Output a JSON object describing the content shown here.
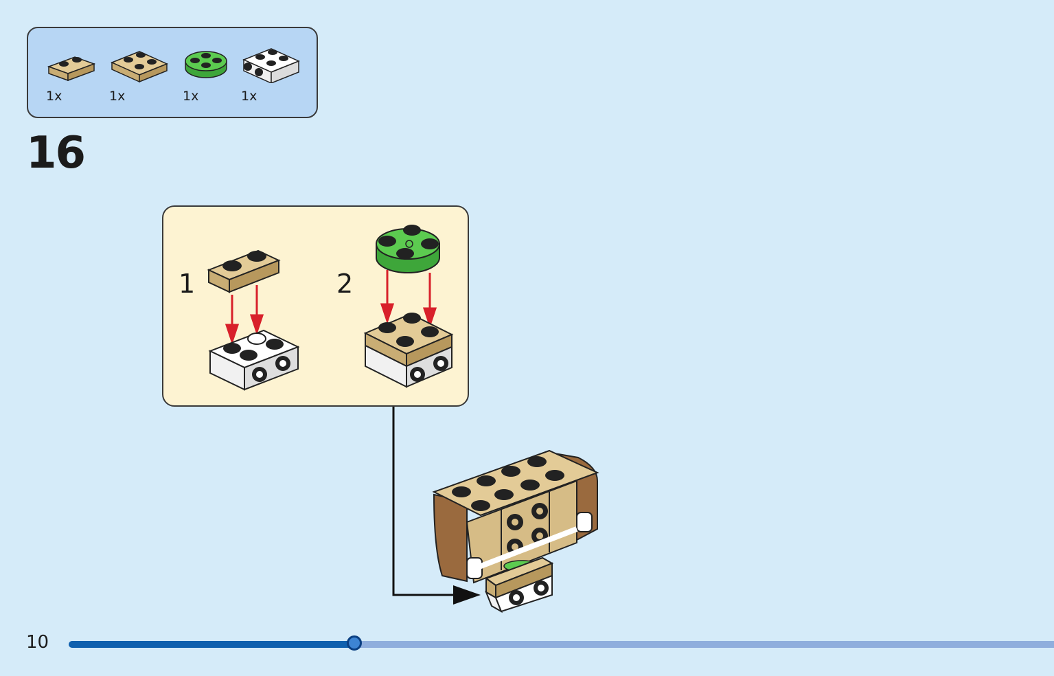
{
  "parts_list": {
    "items": [
      {
        "part": "tan-plate-1x2",
        "quantity": "1x",
        "color": "#d6bc86"
      },
      {
        "part": "tan-plate-2x2",
        "quantity": "1x",
        "color": "#d6bc86"
      },
      {
        "part": "green-round-plate-2x2",
        "quantity": "1x",
        "color": "#55c14a"
      },
      {
        "part": "white-brick-with-wheels",
        "quantity": "1x",
        "color": "#ffffff"
      }
    ]
  },
  "step": {
    "number": "16"
  },
  "sub_assembly": {
    "steps": [
      {
        "label": "1"
      },
      {
        "label": "2"
      }
    ]
  },
  "colors": {
    "background": "#d5ebf9",
    "tan": "#d6bc86",
    "brown": "#9a6a3e",
    "green": "#55c14a",
    "arrow_red": "#d8202a"
  },
  "footer": {
    "page_number": "10",
    "progress_percent": 29
  }
}
